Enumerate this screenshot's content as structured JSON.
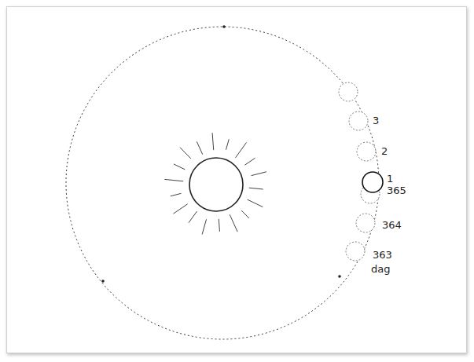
{
  "diagram": {
    "labels": [
      "3",
      "2",
      "1",
      "365",
      "364",
      "363",
      "dag"
    ]
  }
}
